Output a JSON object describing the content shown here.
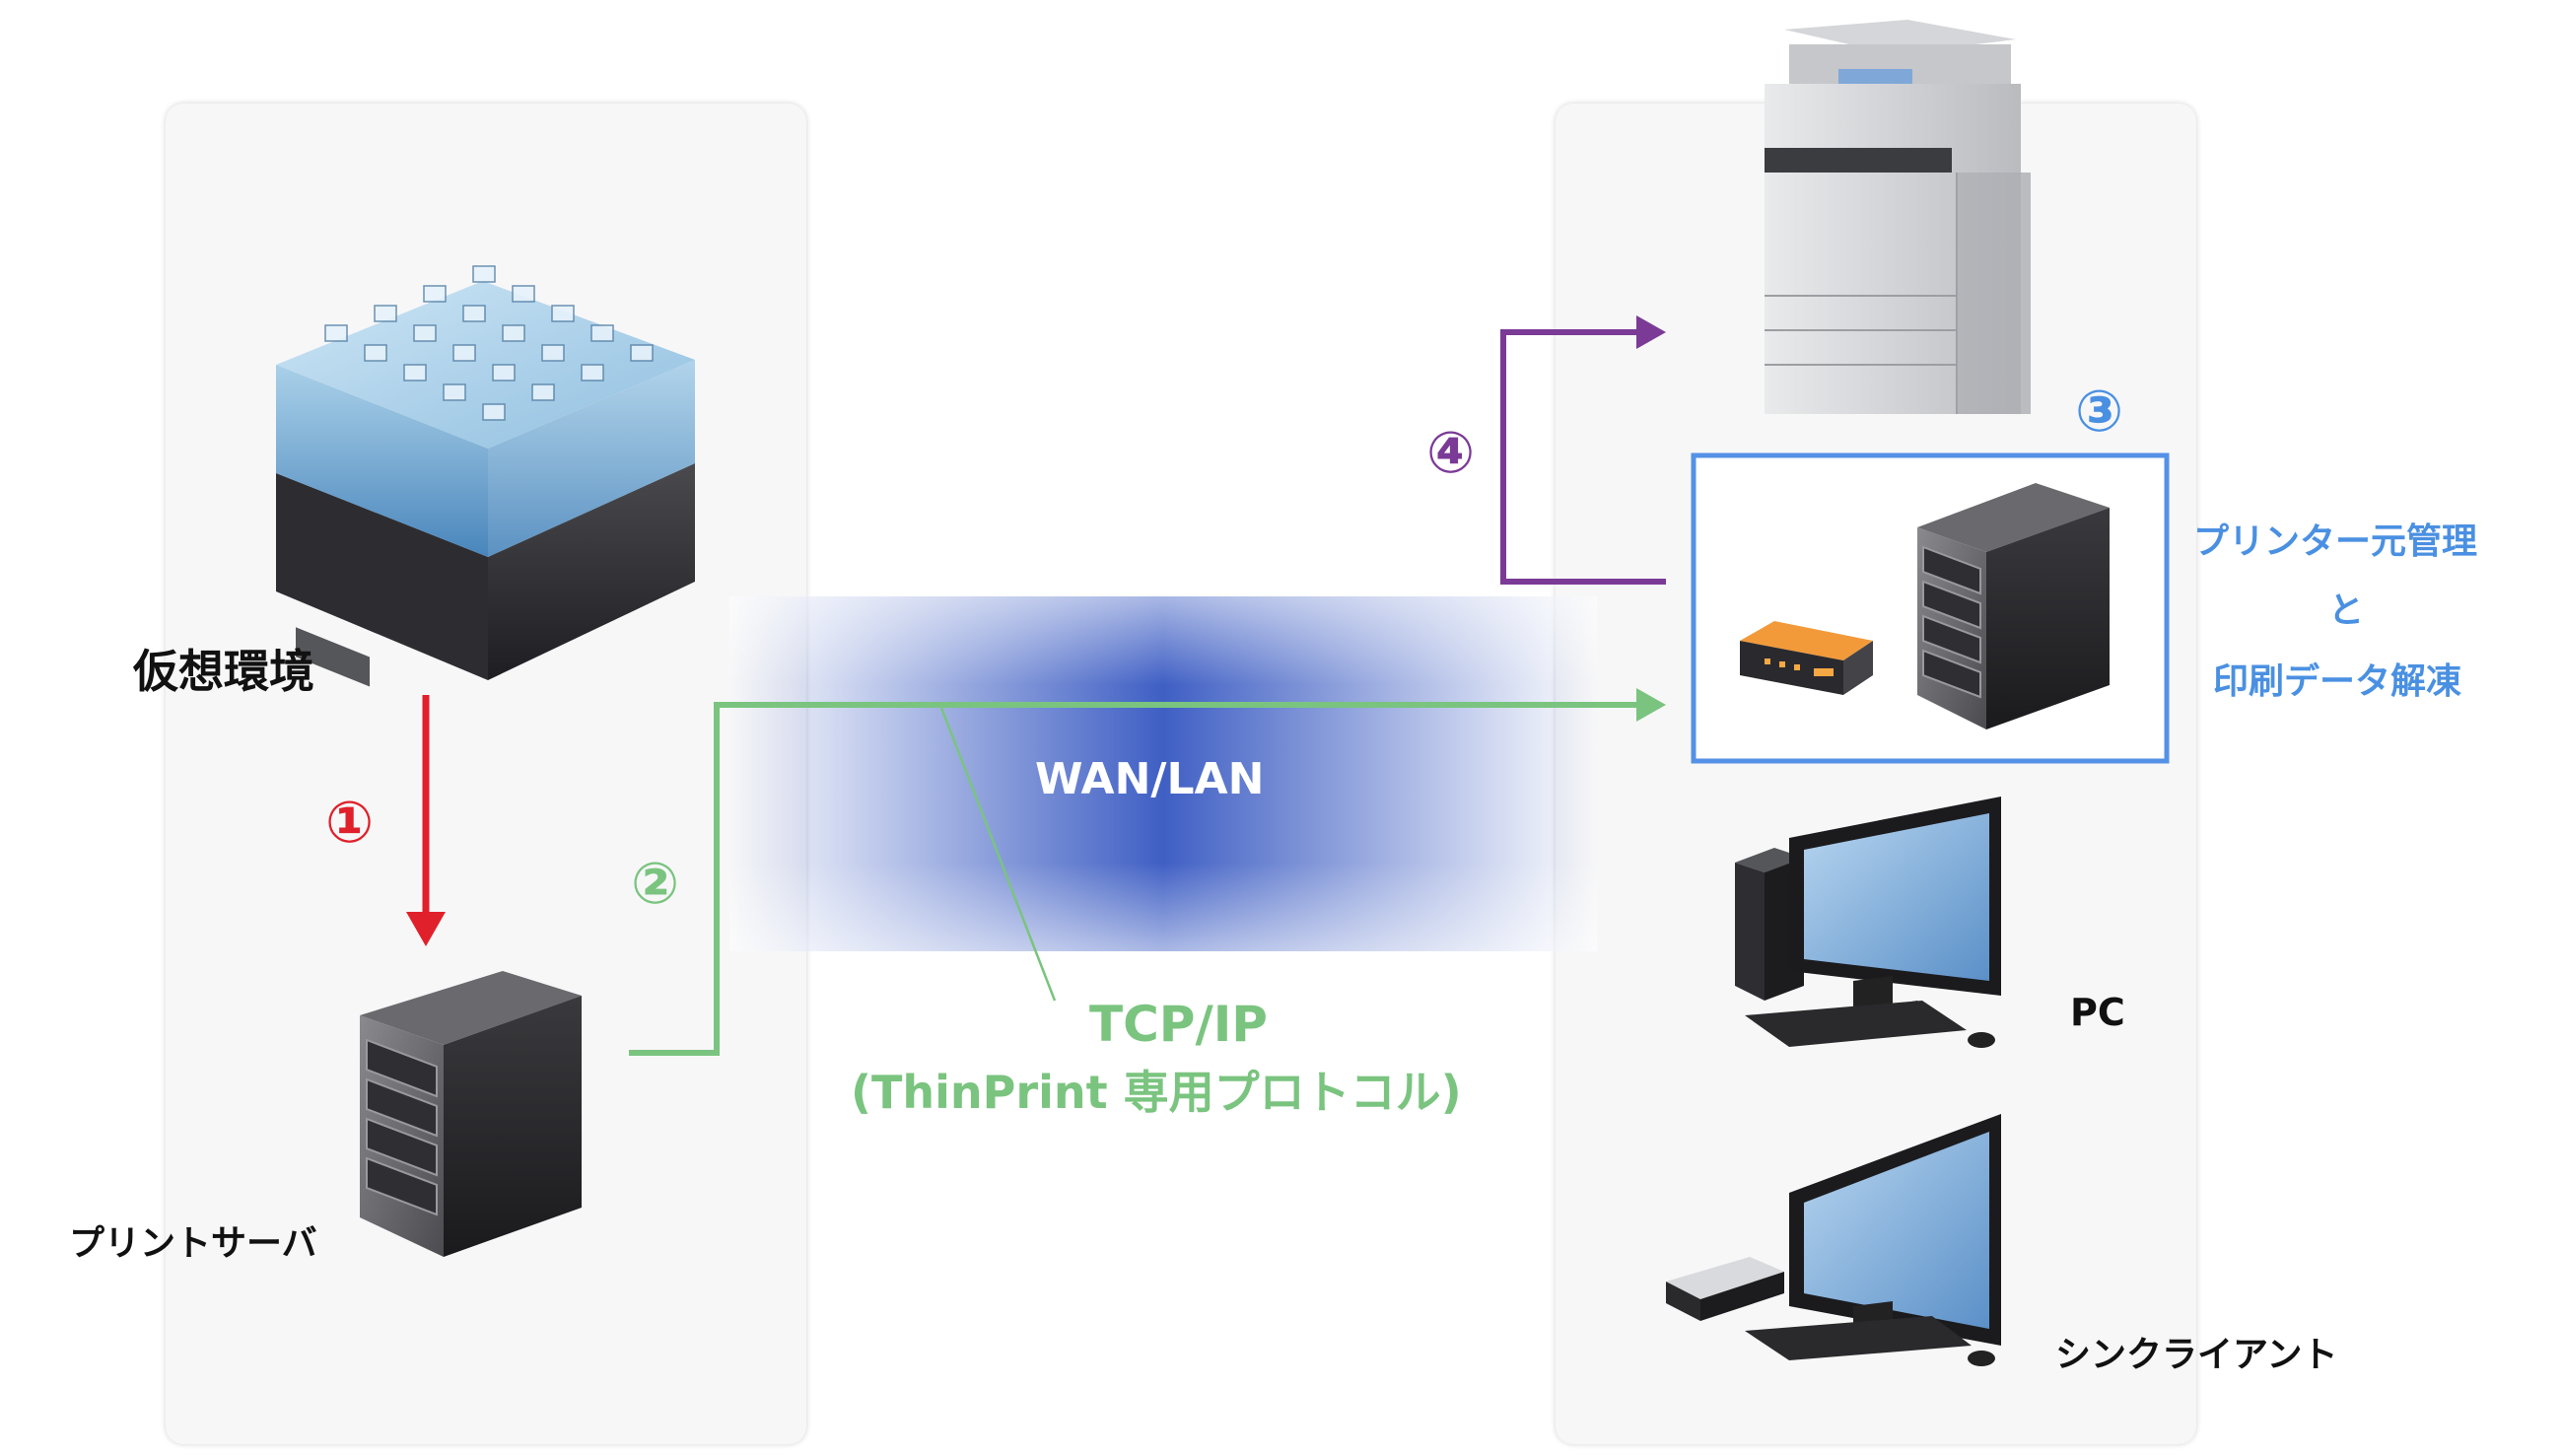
{
  "labels": {
    "virtual_env": "仮想環境",
    "print_server": "プリントサーバ",
    "network": "WAN/LAN",
    "protocol_line1": "TCP/IP",
    "protocol_line2": "(ThinPrint 専用プロトコル)",
    "pc": "PC",
    "thin_client": "シンクライアント",
    "printer_mgmt_line1": "プリンター元管理",
    "printer_mgmt_line2": "と",
    "printer_mgmt_line3": "印刷データ解凍"
  },
  "steps": {
    "step1": "①",
    "step2": "②",
    "step3": "③",
    "step4": "④"
  },
  "colors": {
    "step1": "#e0202a",
    "step2": "#7ac47f",
    "step3": "#4a90e2",
    "step4": "#7b3a96",
    "network_band": "#3f5fc4",
    "mgmt_box": "#5591e6"
  },
  "icons": [
    "virtual-environment-cube-icon",
    "server-tower-icon",
    "copier-printer-icon",
    "print-engine-box-icon",
    "desktop-pc-icon",
    "thin-client-icon"
  ]
}
